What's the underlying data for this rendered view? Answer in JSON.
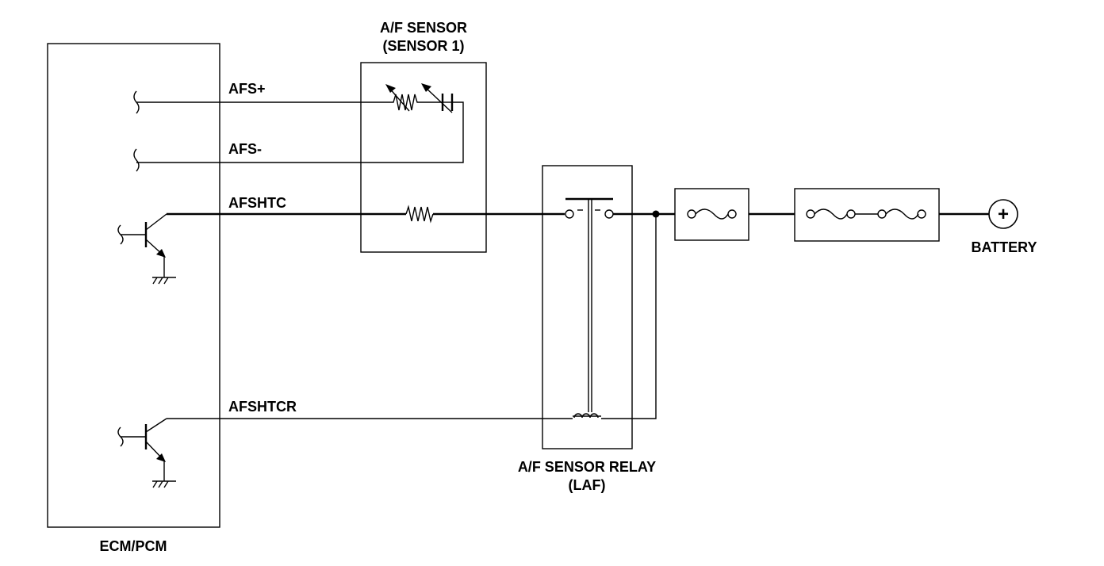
{
  "labels": {
    "af_sensor_line1": "A/F SENSOR",
    "af_sensor_line2": "(SENSOR 1)",
    "relay_line1": "A/F SENSOR RELAY",
    "relay_line2": "(LAF)",
    "ecm": "ECM/PCM",
    "battery": "BATTERY",
    "battery_symbol": "+"
  },
  "wires": {
    "afs_plus": "AFS+",
    "afs_minus": "AFS-",
    "afshtc": "AFSHTC",
    "afshtcr": "AFSHTCR"
  }
}
